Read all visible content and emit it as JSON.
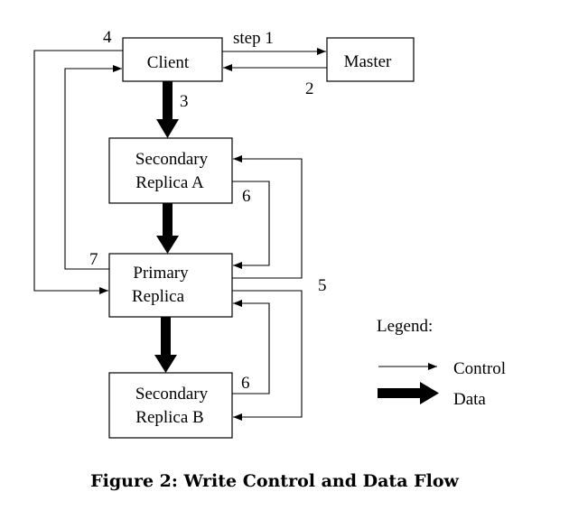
{
  "nodes": {
    "client": "Client",
    "master": "Master",
    "secondary_a": [
      "Secondary",
      "Replica A"
    ],
    "primary": [
      "Primary",
      "Replica"
    ],
    "secondary_b": [
      "Secondary",
      "Replica B"
    ]
  },
  "edge_labels": {
    "step1": "step 1",
    "step2": "2",
    "step3": "3",
    "step4": "4",
    "step5": "5",
    "step6_a": "6",
    "step6_b": "6",
    "step7": "7"
  },
  "legend": {
    "title": "Legend:",
    "control": "Control",
    "data": "Data"
  },
  "caption": "Figure 2: Write Control and Data Flow"
}
